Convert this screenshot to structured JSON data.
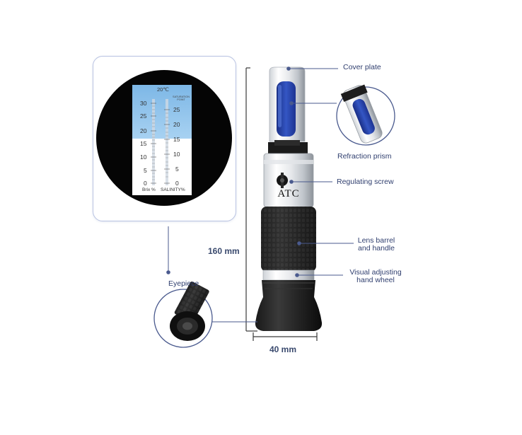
{
  "callouts": {
    "cover_plate": "Cover plate",
    "refraction_prism": "Refraction prism",
    "regulating_screw": "Regulating screw",
    "lens_barrel_line1": "Lens barrel",
    "lens_barrel_line2": "and handle",
    "visual_adjusting_line1": "Visual adjusting",
    "visual_adjusting_line2": "hand wheel",
    "eyepiece": "Eyepiece"
  },
  "dimensions": {
    "height": "160 mm",
    "width": "40 mm"
  },
  "scale_view": {
    "temperature": "20℃",
    "saturation_line1": "SATURATION",
    "saturation_line2": "POINT",
    "brix_ticks": [
      "30",
      "25",
      "20",
      "15",
      "10",
      "5",
      "0"
    ],
    "salinity_ticks": [
      "25",
      "20",
      "15",
      "10",
      "5",
      "0"
    ],
    "brix_label": "Brix %",
    "salinity_label": "SALINITY%"
  },
  "device": {
    "brand_marking": "ATC"
  },
  "colors": {
    "callout_line": "#4a5a8e",
    "accent_blue": "#2b4fae",
    "scale_blue": "#8fc3ea"
  }
}
